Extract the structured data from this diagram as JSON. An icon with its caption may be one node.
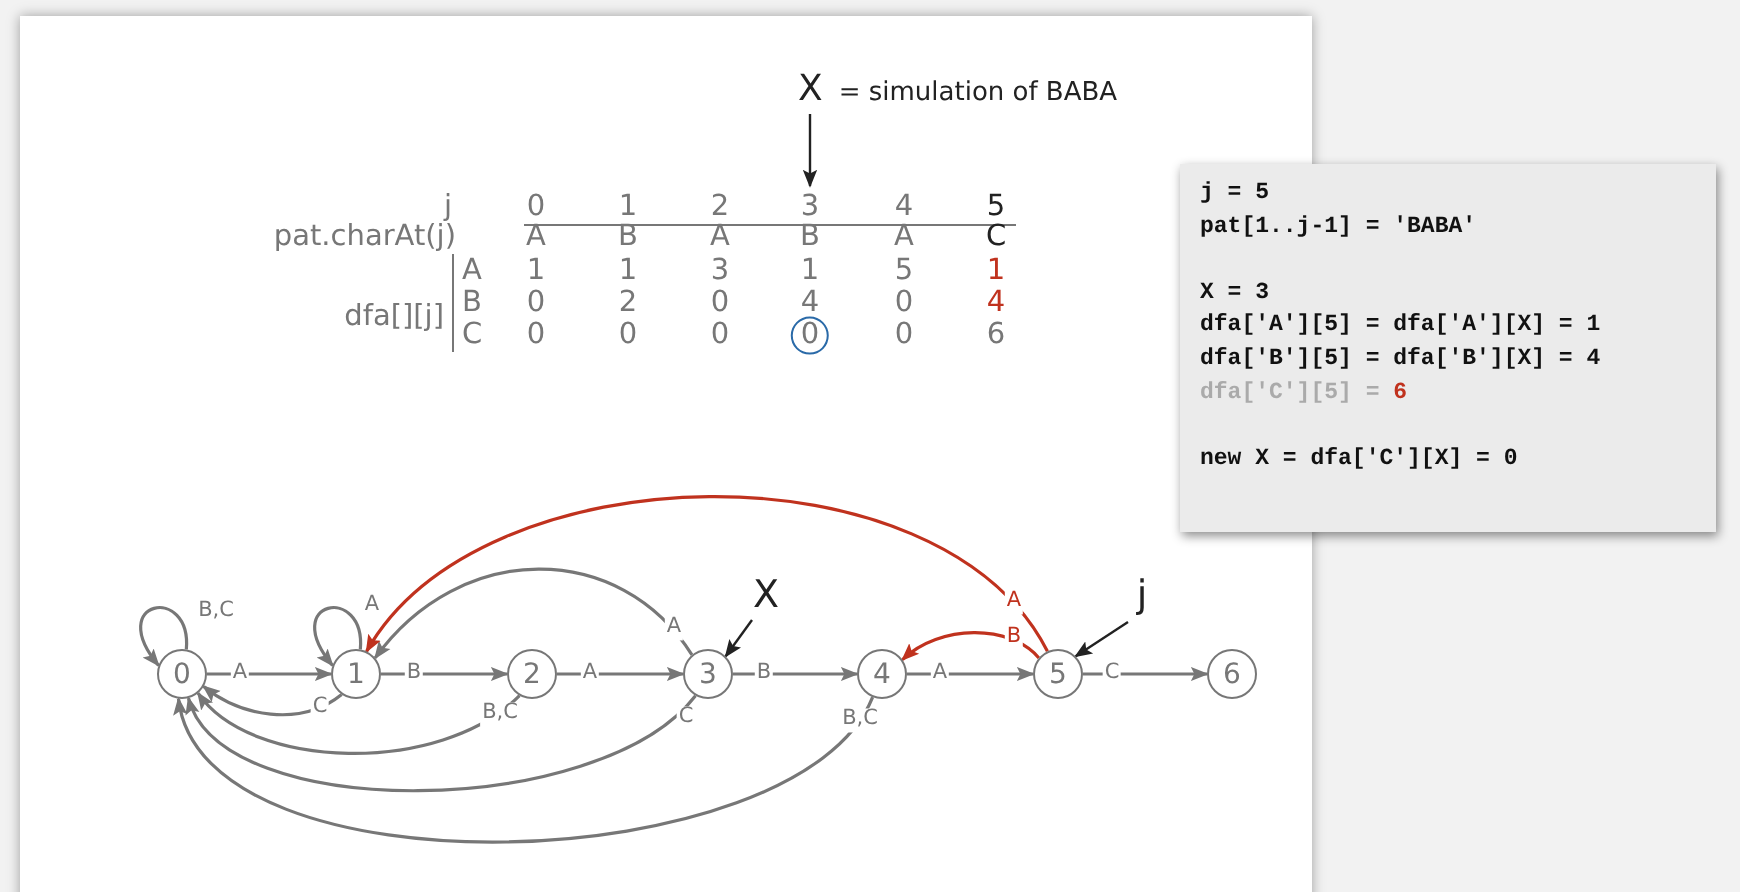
{
  "diagram": {
    "nodes": [
      {
        "text": [
          "X",
          "= simulation of BABA"
        ]
      },
      {
        "text": [
          "3"
        ]
      },
      {
        "text": [
          "0"
        ]
      },
      {
        "text": [
          "1"
        ]
      },
      {
        "text": [
          "2"
        ]
      },
      {
        "text": [
          "3"
        ]
      },
      {
        "text": [
          "4"
        ]
      },
      {
        "text": [
          "5"
        ]
      },
      {
        "text": [
          "6"
        ]
      },
      {
        "text": [
          "X"
        ]
      },
      {
        "text": [
          "j"
        ]
      },
      {
        "text": [
          "j = 5",
          "pat[1..j-1] = 'BABA'",
          "X = 3",
          "dfa['A'][5] = dfa['A'][X] = 1",
          "dfa['B'][5] = dfa['B'][X] = 4",
          "dfa['C'][5] = 6",
          "new X = dfa['C'][X] = 0"
        ]
      }
    ],
    "edges": [
      {
        "from": 2,
        "to": 2,
        "arrow": "to",
        "label": "B,C"
      },
      {
        "from": 2,
        "to": 3,
        "arrow": "to",
        "label": "A"
      },
      {
        "from": 3,
        "to": 3,
        "arrow": "to",
        "label": "A"
      },
      {
        "from": 3,
        "to": 2,
        "arrow": "to",
        "label": "C"
      },
      {
        "from": 3,
        "to": 4,
        "arrow": "to",
        "label": "B"
      },
      {
        "from": 4,
        "to": 2,
        "arrow": "to",
        "label": "B,C"
      },
      {
        "from": 4,
        "to": 5,
        "arrow": "to",
        "label": "A"
      },
      {
        "from": 5,
        "to": 3,
        "arrow": "to",
        "label": "A"
      },
      {
        "from": 5,
        "to": 2,
        "arrow": "to",
        "label": "C"
      },
      {
        "from": 5,
        "to": 6,
        "arrow": "to",
        "label": "B"
      },
      {
        "from": 6,
        "to": 2,
        "arrow": "to",
        "label": "B,C"
      },
      {
        "from": 6,
        "to": 7,
        "arrow": "to",
        "label": "A"
      },
      {
        "from": 7,
        "to": 3,
        "arrow": "to",
        "label": "A",
        "color": "#c0321e"
      },
      {
        "from": 7,
        "to": 6,
        "arrow": "to",
        "label": "B",
        "color": "#c0321e"
      },
      {
        "from": 7,
        "to": 8,
        "arrow": "to",
        "label": "C"
      },
      {
        "from": 9,
        "to": 5,
        "arrow": "to",
        "color": "#222222"
      },
      {
        "from": 10,
        "to": 7,
        "arrow": "to",
        "color": "#222222"
      },
      {
        "from": 0,
        "to": 1,
        "arrow": "to",
        "color": "#222222"
      }
    ],
    "labels": [
      "j",
      "0",
      "1",
      "2",
      "4",
      "5",
      "pat.charAt(j)",
      "A",
      "B",
      "A",
      "B",
      "A",
      "C",
      "dfa[][j]",
      "A",
      "1",
      "1",
      "3",
      "1",
      "5",
      "1",
      "B",
      "0",
      "2",
      "0",
      "4",
      "0",
      "4",
      "C",
      "0",
      "0",
      "0",
      "0",
      "0",
      "6"
    ]
  }
}
